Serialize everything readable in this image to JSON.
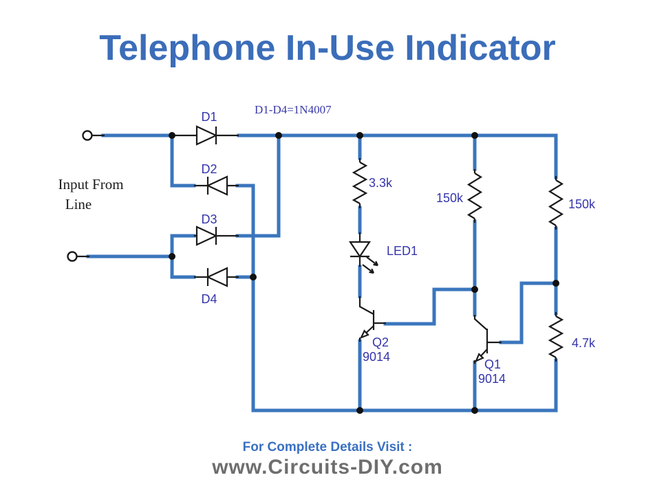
{
  "title": "Telephone In-Use Indicator",
  "note": "D1-D4=1N4007",
  "input_label": {
    "line1": "Input From",
    "line2": "Line"
  },
  "components": {
    "d1": "D1",
    "d2": "D2",
    "d3": "D3",
    "d4": "D4",
    "r_3k3": "3.3k",
    "r_150k_mid": "150k",
    "r_150k_right": "150k",
    "r_4k7": "4.7k",
    "led1": "LED1",
    "q2_ref": "Q2",
    "q2_part": "9014",
    "q1_ref": "Q1",
    "q1_part": "9014"
  },
  "footer": {
    "line1": "For Complete Details Visit :",
    "line2": "www.Circuits-DIY.com"
  },
  "colors": {
    "background": "#ffffff",
    "wire": "#3b76bd",
    "component": "#1b1b1b",
    "label": "#3535ac",
    "title": "#3b6db9",
    "footer_accent": "#3a70c2",
    "footer_domain": "#6e6e6e"
  }
}
